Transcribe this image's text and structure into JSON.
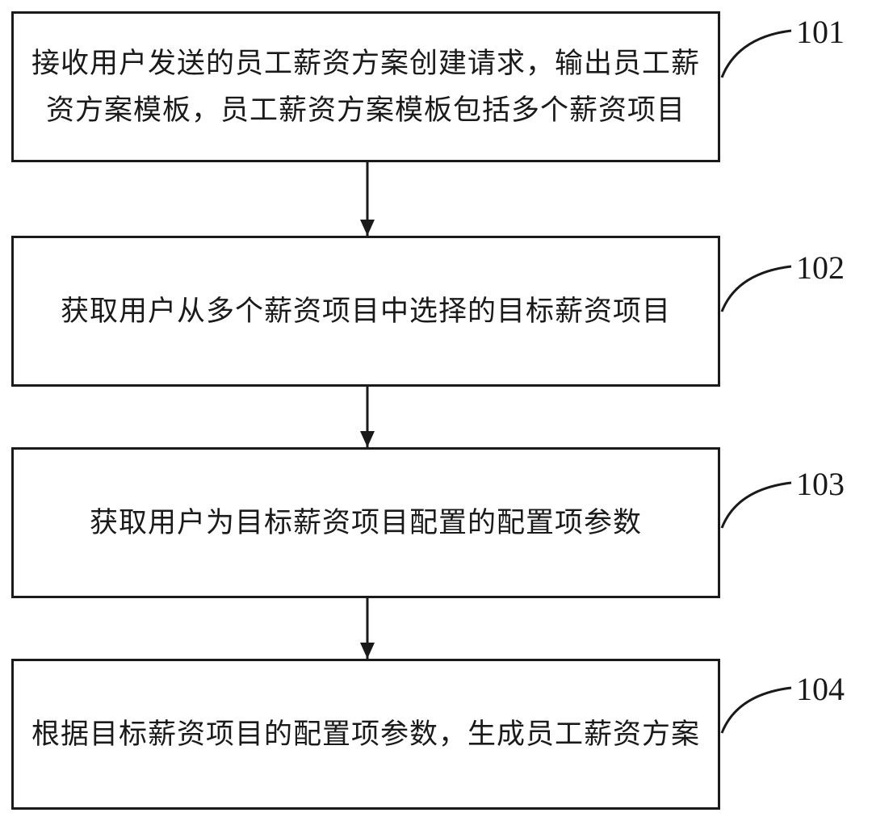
{
  "steps": [
    {
      "id": "101",
      "text": "接收用户发送的员工薪资方案创建请求，输出员工薪资方案模板，员工薪资方案模板包括多个薪资项目"
    },
    {
      "id": "102",
      "text": "获取用户从多个薪资项目中选择的目标薪资项目"
    },
    {
      "id": "103",
      "text": "获取用户为目标薪资项目配置的配置项参数"
    },
    {
      "id": "104",
      "text": "根据目标薪资项目的配置项参数，生成员工薪资方案"
    }
  ],
  "colors": {
    "stroke": "#1a1a1a",
    "background": "#ffffff"
  }
}
